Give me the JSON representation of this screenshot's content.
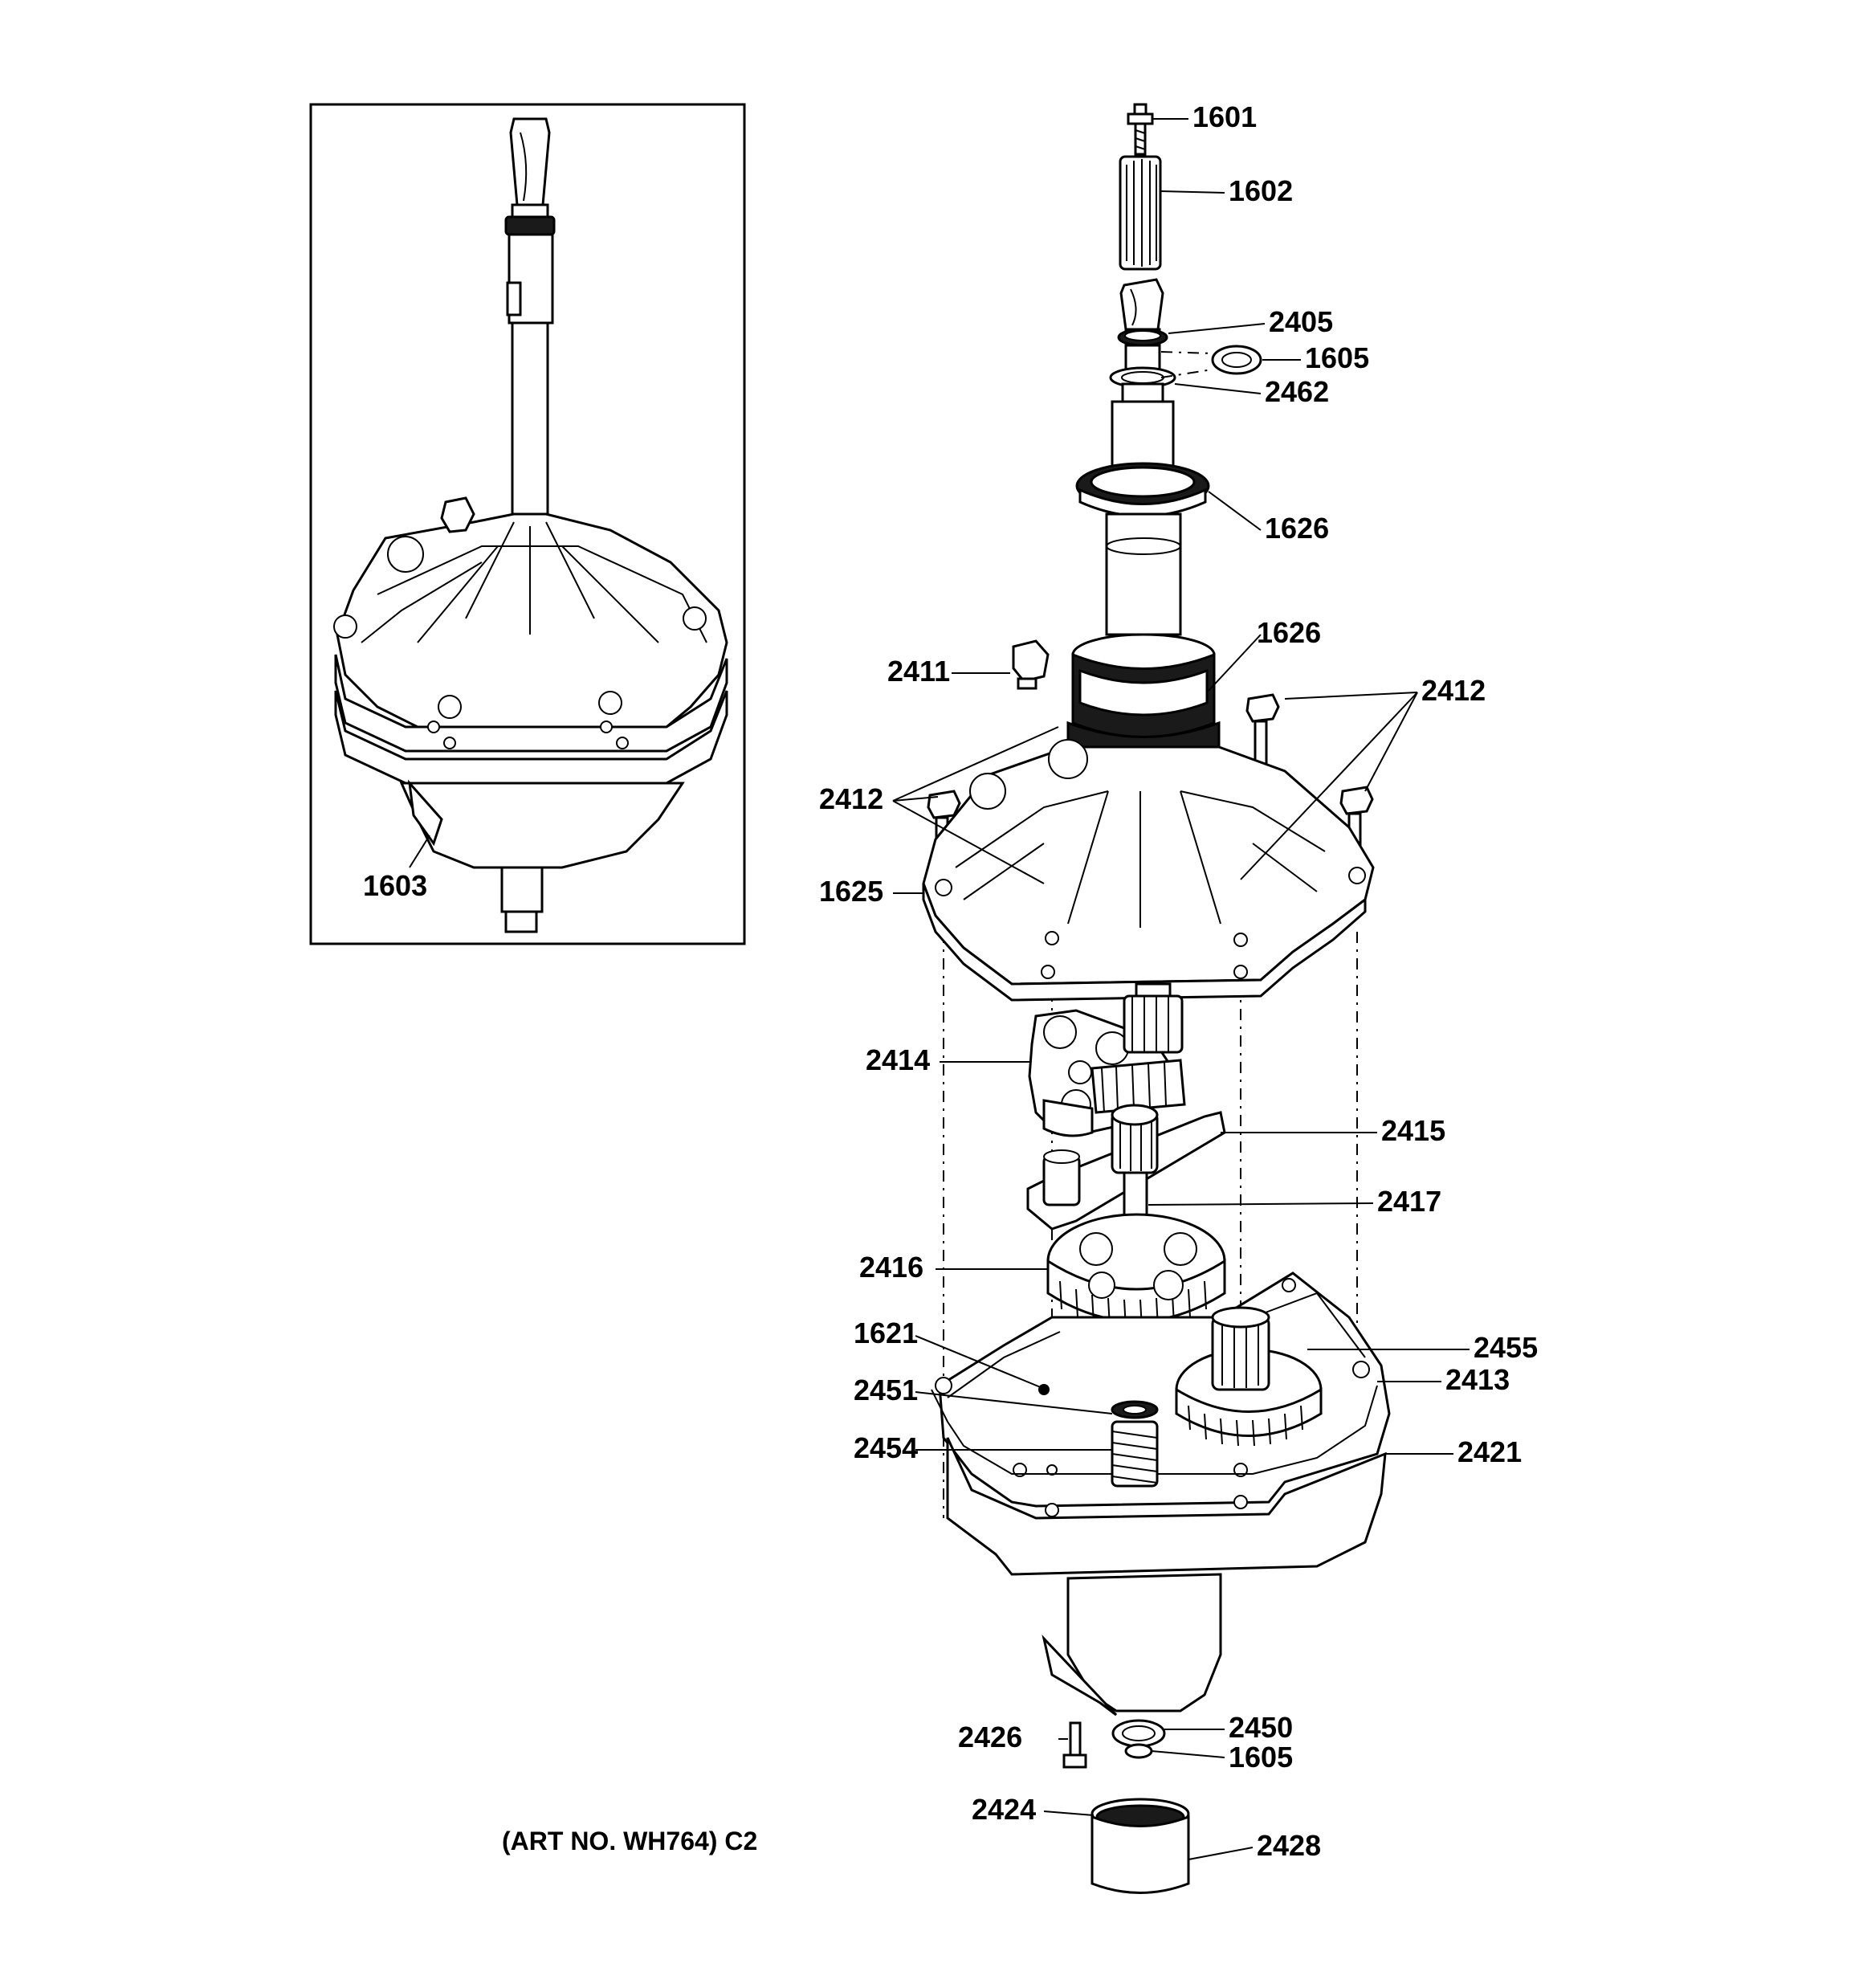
{
  "inset": {
    "label": "1603"
  },
  "callouts": {
    "c1601": "1601",
    "c1602": "1602",
    "c2405": "2405",
    "c1605a": "1605",
    "c2462": "2462",
    "c1626a": "1626",
    "c1626b": "1626",
    "c2411": "2411",
    "c2412r": "2412",
    "c2412l": "2412",
    "c1625": "1625",
    "c2414": "2414",
    "c2415": "2415",
    "c2417": "2417",
    "c2416": "2416",
    "c1621": "1621",
    "c2455": "2455",
    "c2451": "2451",
    "c2413": "2413",
    "c2454": "2454",
    "c2421": "2421",
    "c2426": "2426",
    "c2450": "2450",
    "c1605b": "1605",
    "c2424": "2424",
    "c2428": "2428"
  },
  "caption": "(ART NO. WH764) C2"
}
